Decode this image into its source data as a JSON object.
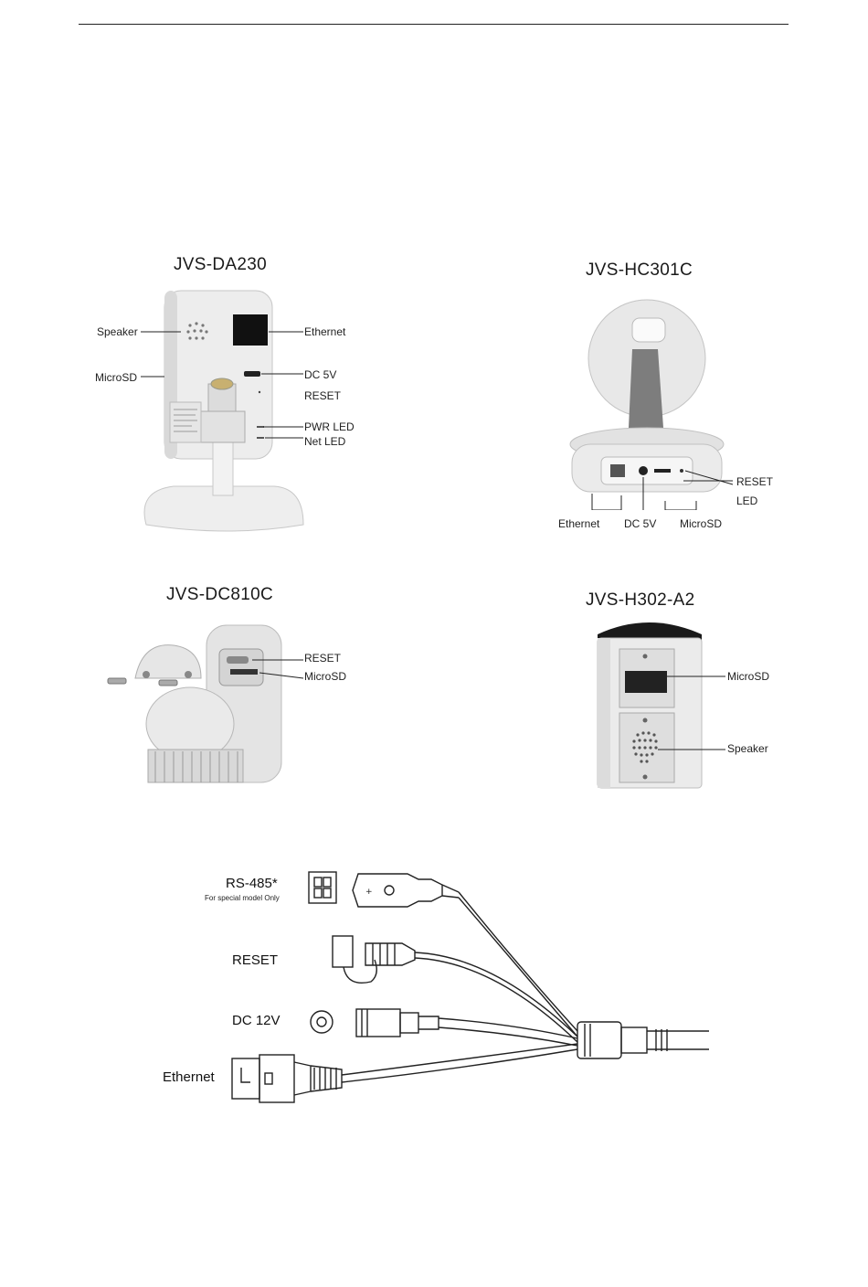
{
  "models": {
    "da230": {
      "title": "JVS-DA230",
      "labels": {
        "speaker": "Speaker",
        "microsd": "MicroSD",
        "ethernet": "Ethernet",
        "dc": "DC 5V",
        "reset": "RESET",
        "pwr_led": "PWR LED",
        "net_led": "Net LED"
      }
    },
    "hc301c": {
      "title": "JVS-HC301C",
      "labels": {
        "reset": "RESET",
        "led": "LED",
        "ethernet": "Ethernet",
        "dc": "DC 5V",
        "microsd": "MicroSD"
      }
    },
    "dc810c": {
      "title": "JVS-DC810C",
      "labels": {
        "reset": "RESET",
        "microsd": "MicroSD"
      }
    },
    "h302a2": {
      "title": "JVS-H302-A2",
      "labels": {
        "microsd": "MicroSD",
        "speaker": "Speaker"
      }
    }
  },
  "cable": {
    "rs485": "RS-485*",
    "rs485_note": "For special model Only",
    "reset": "RESET",
    "dc": "DC 12V",
    "ethernet": "Ethernet"
  },
  "colors": {
    "line": "#222222",
    "device_body": "#ececec",
    "device_shadow": "#b8b8b8",
    "dark": "#111111"
  }
}
